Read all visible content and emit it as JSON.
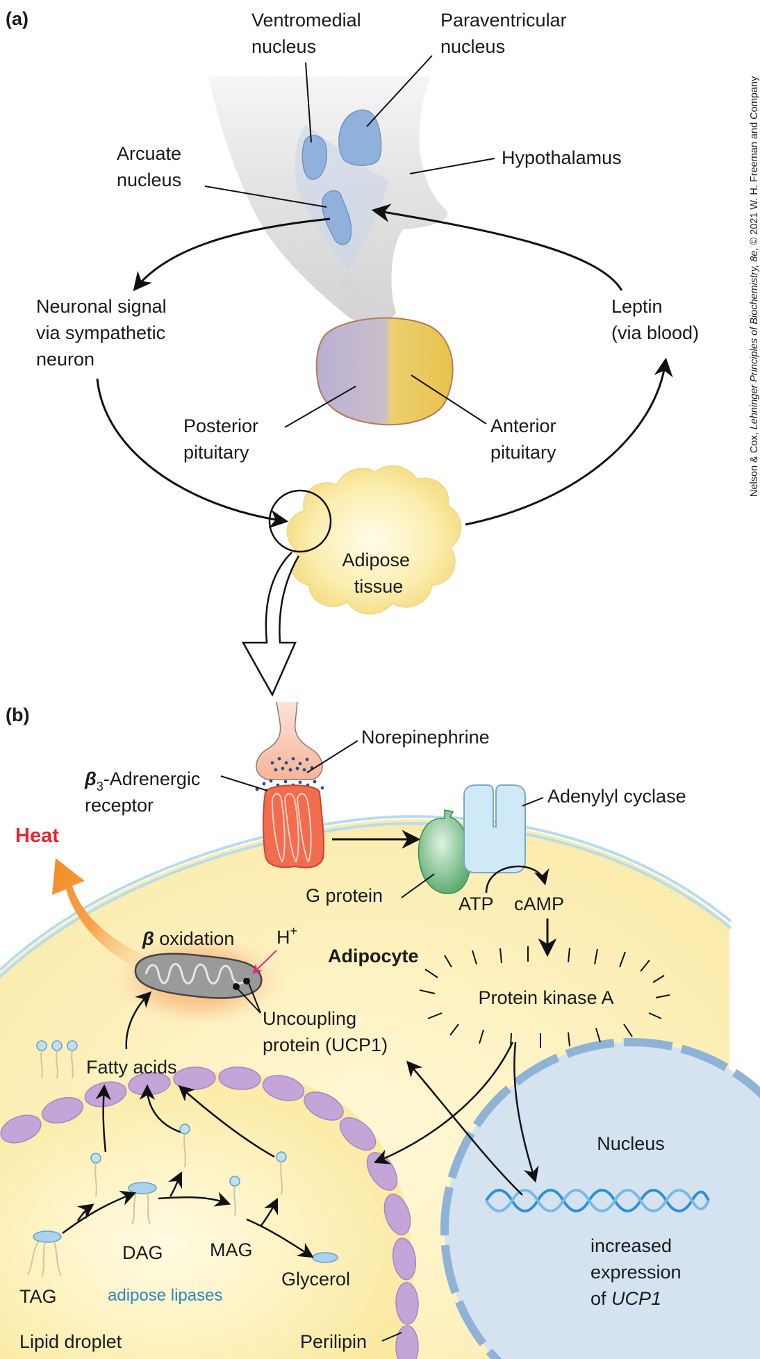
{
  "panel_a": {
    "label": "(a)",
    "ventromedial": [
      "Ventromedial",
      "nucleus"
    ],
    "paraventricular": [
      "Paraventricular",
      "nucleus"
    ],
    "arcuate": [
      "Arcuate",
      "nucleus"
    ],
    "hypothalamus": "Hypothalamus",
    "neuronal_signal": [
      "Neuronal signal",
      "via sympathetic",
      "neuron"
    ],
    "leptin": [
      "Leptin",
      "(via blood)"
    ],
    "posterior_pituitary": [
      "Posterior",
      "pituitary"
    ],
    "anterior_pituitary": [
      "Anterior",
      "pituitary"
    ],
    "adipose_tissue": [
      "Adipose",
      "tissue"
    ]
  },
  "panel_b": {
    "label": "(b)",
    "norepinephrine": "Norepinephrine",
    "beta3_greek": "β",
    "beta3_sub": "3",
    "beta3_rest": "-Adrenergic",
    "beta3_line2": "receptor",
    "adenylyl_cyclase": "Adenylyl cyclase",
    "heat": "Heat",
    "g_protein": "G protein",
    "atp": "ATP",
    "camp": "cAMP",
    "beta_greek": "β",
    "oxidation": " oxidation",
    "h_plus": "H",
    "h_plus_sup": "+",
    "adipocyte": "Adipocyte",
    "protein_kinase_a": "Protein kinase A",
    "uncoupling": [
      "Uncoupling",
      "protein (UCP1)"
    ],
    "fatty_acids": "Fatty acids",
    "nucleus": "Nucleus",
    "tag": "TAG",
    "dag": "DAG",
    "mag": "MAG",
    "glycerol": "Glycerol",
    "adipose_lipases": "adipose lipases",
    "increased_expression": [
      "increased",
      "expression"
    ],
    "of_ucp1_prefix": "of ",
    "of_ucp1_gene": "UCP1",
    "lipid_droplet": "Lipid droplet",
    "perilipin": "Perilipin"
  },
  "credit": {
    "prefix": "Nelson & Cox, ",
    "title": "Lehninger Principles of Biochemistry, 8e",
    "suffix": ", © 2021 W. H. Freeman and Company"
  },
  "colors": {
    "cell_fill": "#fdf1b8",
    "membrane": "#b6dcef",
    "nucleus_fill": "#d5e3f1",
    "nucleus_border": "#8fb3d6",
    "heat_red": "#e8252b",
    "perilipin": "#c5a5d8",
    "receptor": "#f26c4f",
    "g_protein": "#6fbf82",
    "adenylyl": "#cfe9f7",
    "lipase_blue": "#2e86c1",
    "dna_blue": "#2e8fd8"
  }
}
